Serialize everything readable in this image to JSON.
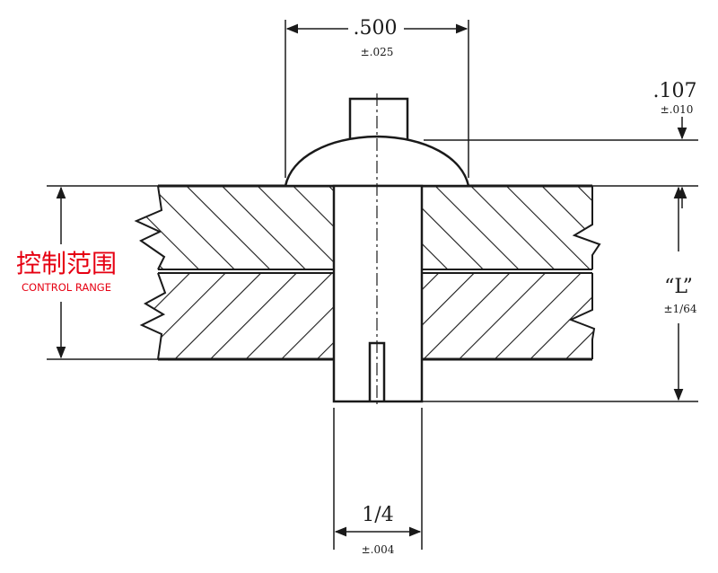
{
  "dimensions": {
    "head_diameter": {
      "value": ".500",
      "tolerance": "±.025"
    },
    "head_height": {
      "value": ".107",
      "tolerance": "±.010"
    },
    "length": {
      "value": "“L”",
      "tolerance": "±1/64"
    },
    "shank_diameter": {
      "value": "1/4",
      "tolerance": "±.004"
    }
  },
  "control_range_label": {
    "zh": "控制范围",
    "en": "CONTROL RANGE"
  },
  "colors": {
    "line": "#1a1a1a",
    "label": "#e60012",
    "background": "#ffffff"
  }
}
